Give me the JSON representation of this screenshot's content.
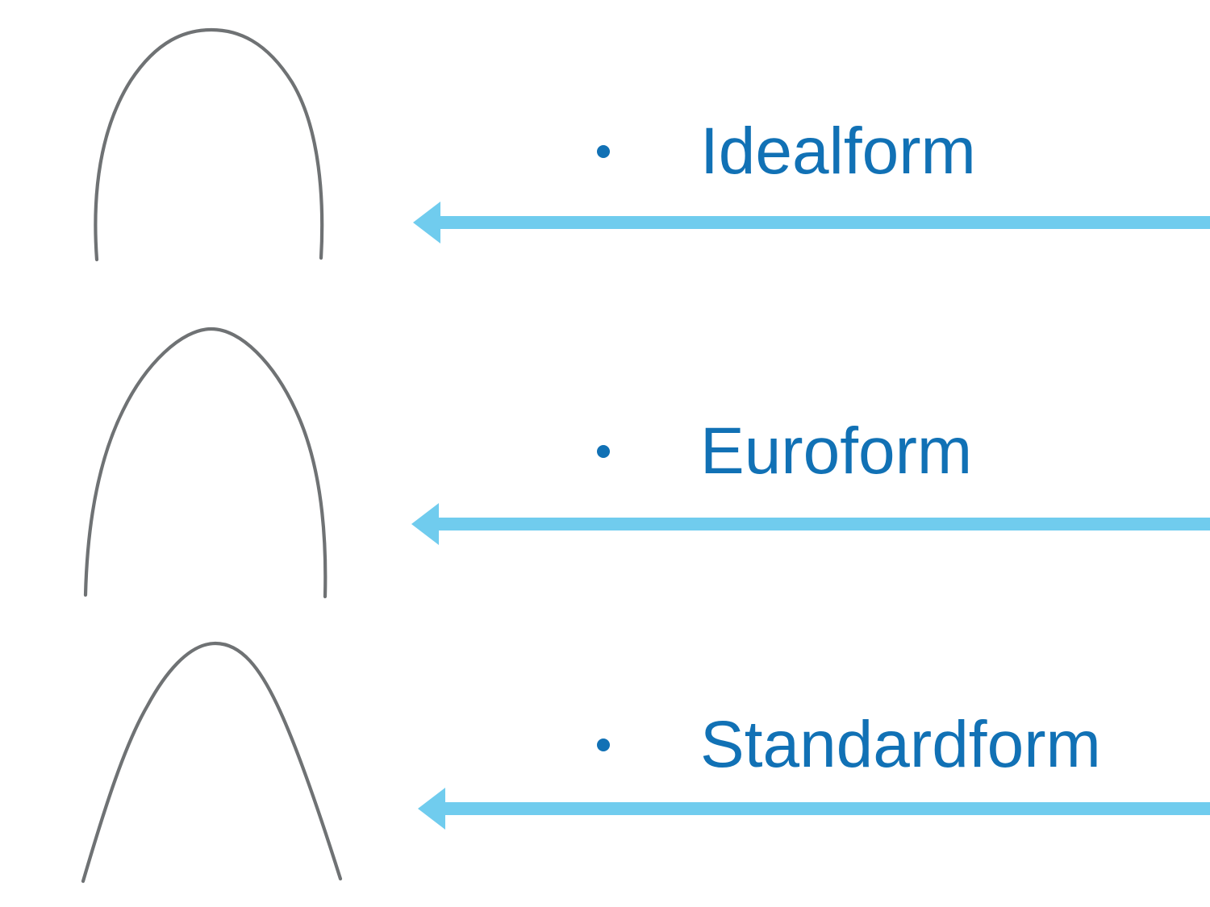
{
  "slide": {
    "items": [
      {
        "label": "Idealform",
        "icon": "idealform-archwire-icon"
      },
      {
        "label": "Euroform",
        "icon": "euroform-archwire-icon"
      },
      {
        "label": "Standardform",
        "icon": "standardform-archwire-icon"
      }
    ],
    "arrow_direction": "left",
    "colors": {
      "label_blue": "#1171b5",
      "arrow_blue": "#70ccee",
      "wire_gray": "#6f7274",
      "page_bg": "#ffffff"
    }
  }
}
